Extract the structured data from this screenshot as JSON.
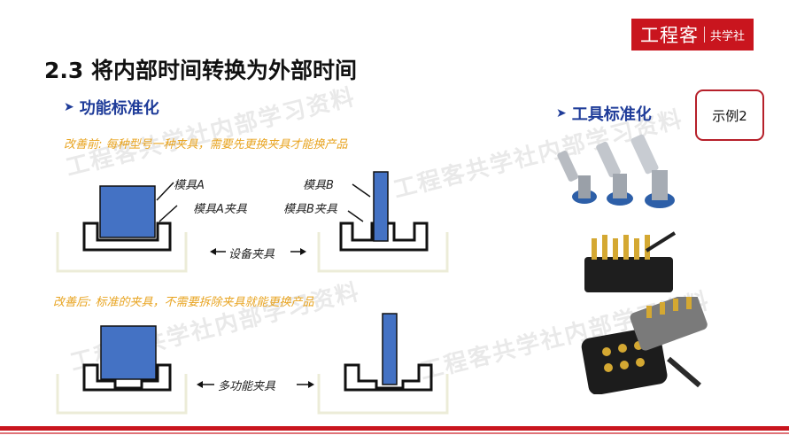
{
  "brand": {
    "main": "工程客",
    "sub": "共学社"
  },
  "title": "2.3 将内部时间转换为外部时间",
  "sections": {
    "functional": "功能标准化",
    "tooling": "工具标准化"
  },
  "example_label": "示例2",
  "before": {
    "note": "改善前:   每种型号一种夹具，需要先更换夹具才能换产品",
    "mold_a": "模具A",
    "fixture_a": "模具A夹具",
    "mold_b": "模具B",
    "fixture_b": "模具B夹具",
    "equipment_fixture": "设备夹具"
  },
  "after": {
    "note": "改善后:   标准的夹具，不需要拆除夹具就能更换产品",
    "multi_fixture": "多功能夹具"
  },
  "watermark": "工程客共学社内部学习资料",
  "colors": {
    "brand_red": "#c9151e",
    "heading_blue": "#1f3c99",
    "note_orange": "#e8a421",
    "mold_blue": "#4472c4"
  }
}
